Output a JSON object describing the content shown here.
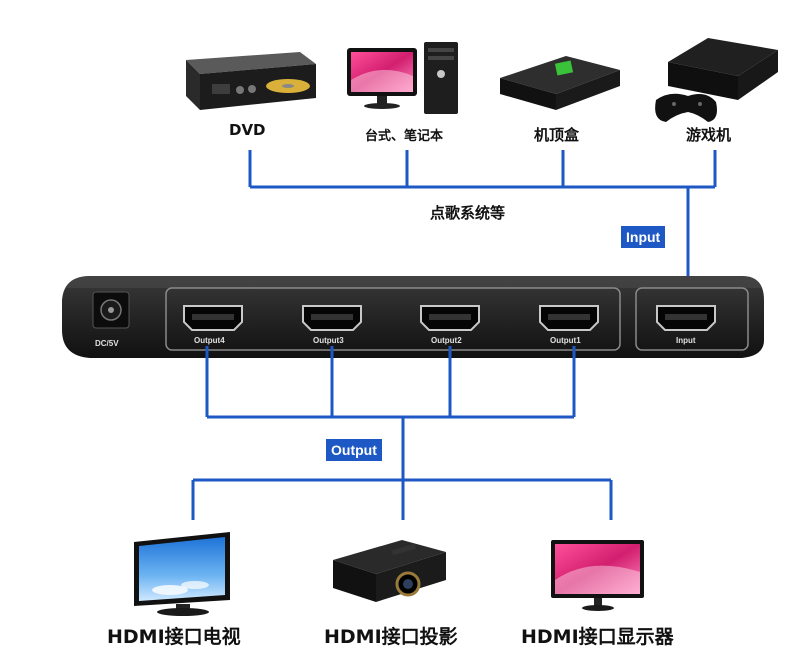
{
  "sources": {
    "dvd_label": "DVD",
    "pc_label": "台式、笔记本",
    "stb_label": "机顶盒",
    "console_label": "游戏机",
    "karaoke_label": "点歌系统等"
  },
  "badges": {
    "input": "Input",
    "output": "Output"
  },
  "splitter": {
    "power_label": "DC/5V",
    "ports": [
      "Output4",
      "Output3",
      "Output2",
      "Output1"
    ],
    "input_port": "Input"
  },
  "outputs": {
    "tv_label": "HDMI接口电视",
    "projector_label": "HDMI接口投影",
    "monitor_label": "HDMI接口显示器"
  },
  "colors": {
    "line_blue": "#1d58c4",
    "device_dark": "#2b2b2b",
    "accent_pink": "#e0307a"
  }
}
